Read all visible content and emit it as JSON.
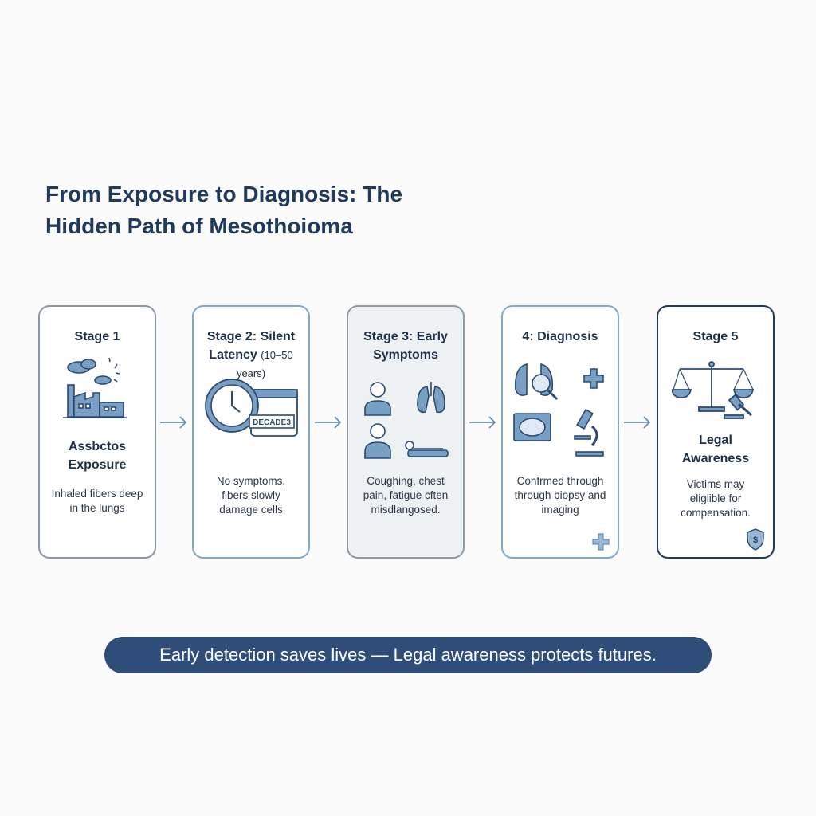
{
  "title": {
    "line1": "From Exposure to Diagnosis: The",
    "line2": "Hidden Path of Mesothoioma"
  },
  "stages": [
    {
      "title": "Stage 1",
      "subtitle_line1": "Assbctos",
      "subtitle_line2": "Exposure",
      "description": "Inhaled fibers deep in the lungs",
      "icon": "factory-icon"
    },
    {
      "title": "Stage 2: Silent",
      "title_line2": "Latency",
      "title_note": "(10–50 years)",
      "badge": "DECADE3",
      "description": "No symptoms, fibers slowly damage cells",
      "icon": "clock-calendar-icon"
    },
    {
      "title": "Stage 3: Early",
      "title_line2": "Symptoms",
      "description": "Coughing, chest pain, fatigue cften misdlangosed.",
      "icon": "symptoms-icons"
    },
    {
      "title": "4: Diagnosis",
      "description": "Confrmed through through biopsy and imaging",
      "icon": "diagnosis-icons"
    },
    {
      "title": "Stage 5",
      "subtitle_line1": "Legal",
      "subtitle_line2": "Awareness",
      "description": "Victims may eligiible for compensation.",
      "icon": "scales-of-justice-icon"
    }
  ],
  "banner": "Early detection saves lives — Legal awareness protects futures.",
  "colors": {
    "navy": "#1f3a5c",
    "banner": "#2f4d78",
    "icon_fill": "#7a9fc4",
    "icon_stroke": "#2c4a70"
  }
}
